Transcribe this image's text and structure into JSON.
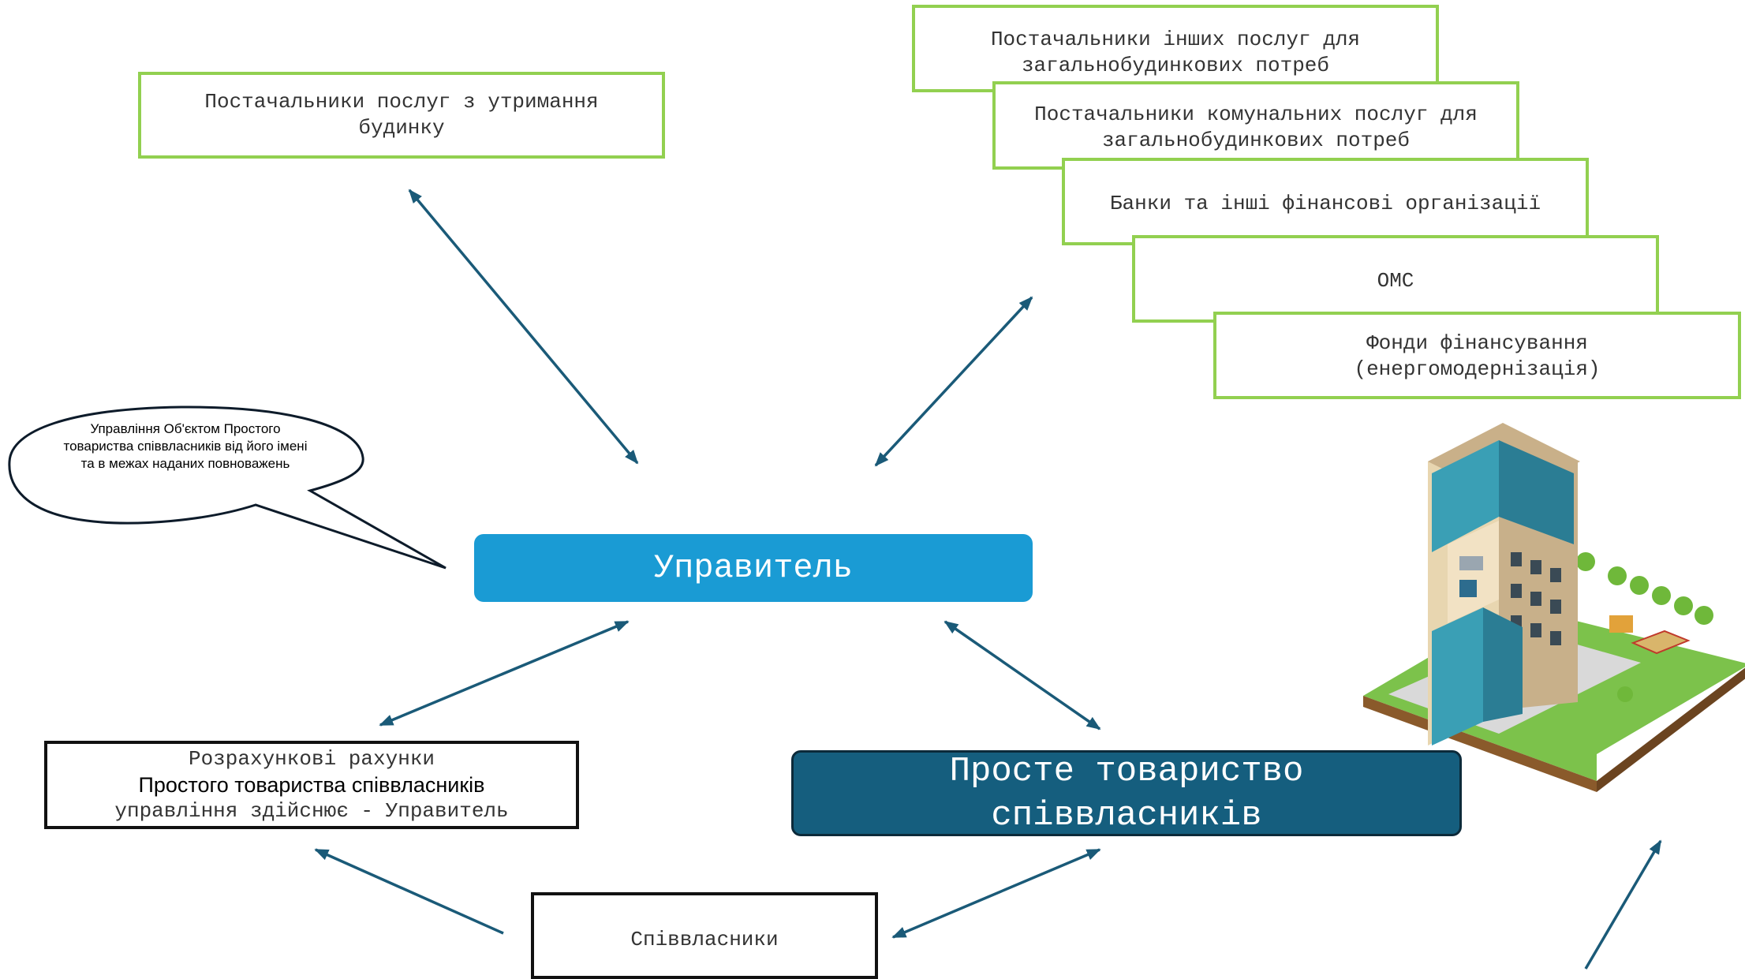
{
  "diagram": {
    "nodes": {
      "maintenance_suppliers": {
        "lines": [
          "Постачальники послуг з утримання",
          "будинку"
        ]
      },
      "other_services_suppliers": {
        "lines": [
          "Постачальники інших послуг для",
          "загальнобудинкових потреб"
        ]
      },
      "utility_suppliers": {
        "lines": [
          "Постачальники комунальних послуг для",
          "загальнобудинкових потреб"
        ]
      },
      "banks": {
        "lines": [
          "Банки та інші фінансові організації"
        ]
      },
      "oms": {
        "lines": [
          "ОМС"
        ]
      },
      "funds": {
        "lines": [
          "Фонди фінансування",
          "(енергомодернізація)"
        ]
      },
      "manager": {
        "label": "Управитель"
      },
      "partnership": {
        "lines": [
          "Просте товариство",
          "співвласників"
        ]
      },
      "accounts": {
        "lines": [
          "Розрахункові рахунки",
          "Простого товариства співвласників",
          "управління здійснює - Управитель"
        ]
      },
      "co_owners": {
        "label": "Співвласники"
      }
    },
    "callout": {
      "text": "Управління Об'єктом Простого товариства співвласників від його імені та в межах наданих повноважень"
    },
    "colors": {
      "green_border": "#92d050",
      "manager_fill": "#1a9bd4",
      "partnership_fill": "#155e7e",
      "arrow": "#1a5a78"
    },
    "illustration": "isometric-apartment-building-with-playground"
  }
}
